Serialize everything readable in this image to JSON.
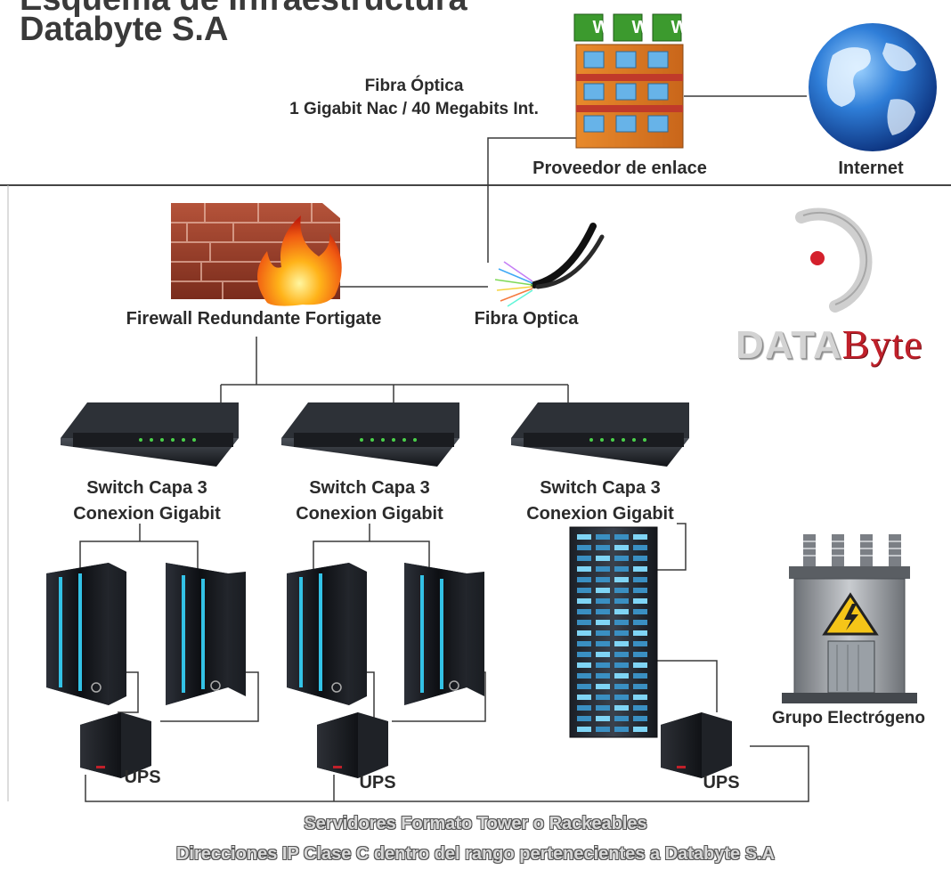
{
  "header": {
    "title_top": "Esquema de Infraestructura",
    "title": "Databyte S.A"
  },
  "uplink": {
    "line1": "Fibra Óptica",
    "line2": "1 Gigabit Nac / 40 Megabits Int."
  },
  "nodes": {
    "provider": "Proveedor de enlace",
    "provider_signs": [
      "W",
      "W",
      "W"
    ],
    "internet": "Internet",
    "firewall": "Firewall Redundante Fortigate",
    "fiber": "Fibra Optica",
    "switches": [
      {
        "line1": "Switch Capa 3",
        "line2": "Conexion Gigabit"
      },
      {
        "line1": "Switch Capa 3",
        "line2": "Conexion Gigabit"
      },
      {
        "line1": "Switch Capa 3",
        "line2": "Conexion Gigabit"
      }
    ],
    "ups": [
      "UPS",
      "UPS",
      "UPS"
    ],
    "generator": "Grupo Electrógeno"
  },
  "logo": {
    "part1": "DATA",
    "part2": "Byte",
    "colors": {
      "gray": "#d3d3d3",
      "red": "#c0202a"
    }
  },
  "footer": {
    "line1": "Servidores Formato Tower o Rackeables",
    "line2": "Direcciones IP Clase C dentro del rango pertenecientes a Databyte S.A"
  }
}
